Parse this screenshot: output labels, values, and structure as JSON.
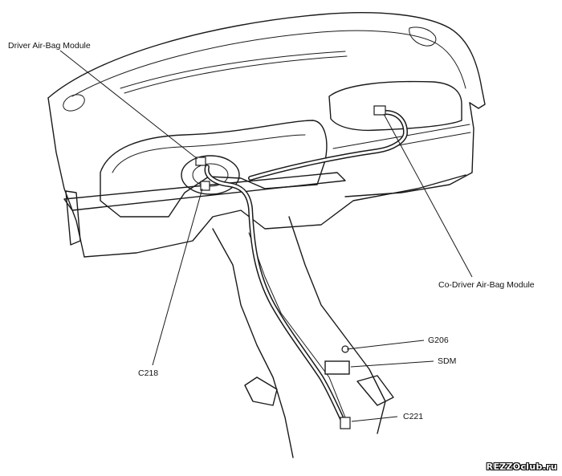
{
  "labels": {
    "driver_airbag": "Driver Air-Bag Module",
    "codriver_airbag": "Co-Driver Air-Bag Module",
    "c218": "C218",
    "g206": "G206",
    "sdm": "SDM",
    "c221": "C221"
  },
  "watermark": "REZZOclub.ru",
  "colors": {
    "line": "#1a1a1a",
    "background": "#ffffff"
  }
}
